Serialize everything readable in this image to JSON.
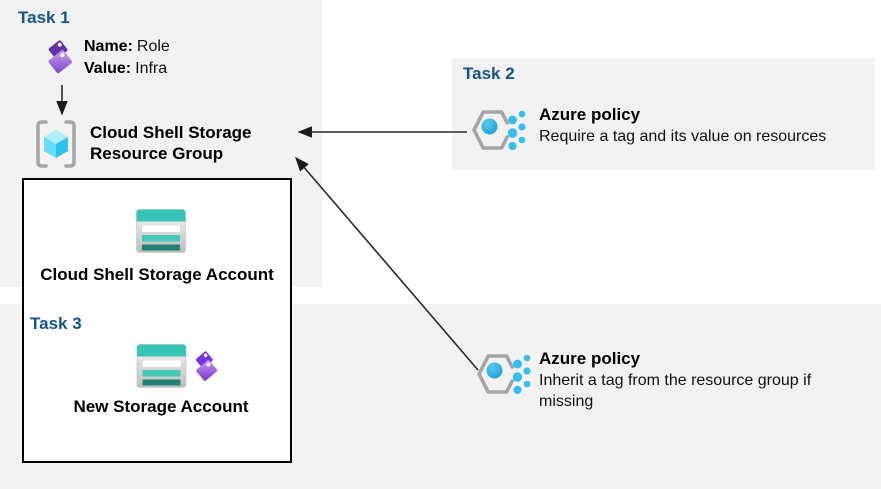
{
  "colors": {
    "panel_bg": "#f2f2f2",
    "task_label": "#15538f",
    "box_border": "#000000",
    "arrow": "#222222",
    "teal_top": "#38c4b4",
    "teal_mid": "#44c8b8",
    "teal_dark": "#208273",
    "purple_front": "#8348d2",
    "purple_back": "#6233a8",
    "policy_blue": "#29b0e6",
    "policy_dot": "#35bfee",
    "bracket_gray": "#a6a6a6",
    "cube_cyan": "#2ec2ee"
  },
  "task1": {
    "label": "Task 1",
    "tag": {
      "name_label": "Name:",
      "name_value": "Role",
      "value_label": "Value:",
      "value_value": "Infra"
    },
    "resource_group": {
      "line1": "Cloud Shell Storage",
      "line2": "Resource Group"
    }
  },
  "storage_box": {
    "account_label": "Cloud Shell Storage Account"
  },
  "task3": {
    "label": "Task 3",
    "account_label": "New Storage Account"
  },
  "task2": {
    "label": "Task 2",
    "policy_title": "Azure policy",
    "policy_subtitle": "Require a tag and its value on resources"
  },
  "policy_inherit": {
    "title": "Azure policy",
    "subtitle": "Inherit a tag from the resource group if\nmissing"
  }
}
